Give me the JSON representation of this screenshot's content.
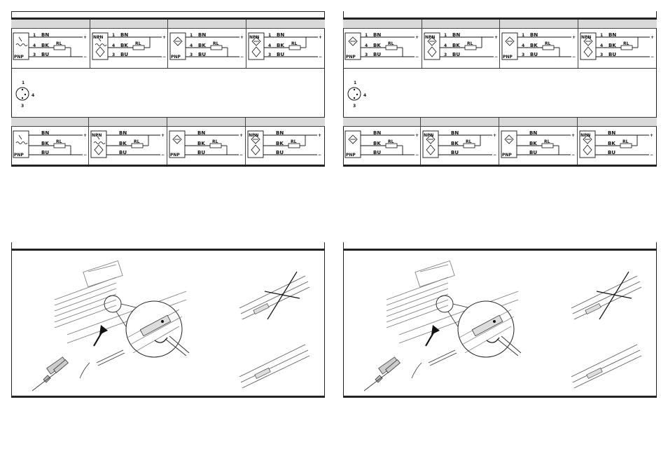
{
  "wiring": {
    "wire_brown": "BN",
    "wire_black": "BK",
    "wire_blue": "BU",
    "load": "RL",
    "pin_1": "1",
    "pin_3": "3",
    "pin_4": "4",
    "pnp": "PNP",
    "npn": "NPN",
    "output_marker": "+",
    "minus_marker": "−"
  },
  "connector_pins": [
    "1",
    "4",
    "3"
  ],
  "panels": [
    {
      "id": "top-left"
    },
    {
      "id": "top-right"
    },
    {
      "id": "bottom-left"
    },
    {
      "id": "bottom-right"
    }
  ],
  "colors": {
    "line": "#222222",
    "header_fill": "#d9d9d9",
    "hatch": "#888888"
  },
  "icons": [
    "connector-m8-icon",
    "sensor-symbol-icon",
    "mounting-illustration",
    "cross-out-icon",
    "arrow-icon"
  ]
}
